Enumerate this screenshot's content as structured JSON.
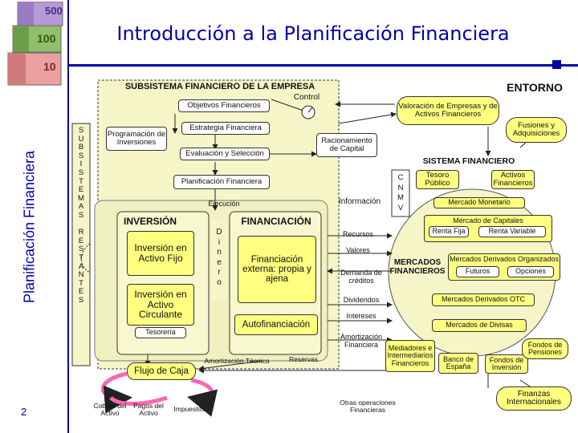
{
  "slide": {
    "title": "Introducción a la Planificación Financiera",
    "side_title": "Planificación Financiera",
    "page_number": "2"
  },
  "banknotes": [
    "500",
    "100",
    "10"
  ],
  "diagram": {
    "subsystem_title": "SUBSISTEMA FINANCIERO DE LA EMPRESA",
    "entorno": "ENTORNO",
    "control": "Control",
    "objetivos": "Objetivos Financieros",
    "estrategia": "Estrategia Financiera",
    "programacion": "Programación de Inversiones",
    "evaluacion": "Evaluación y Selección",
    "planificacion": "Planificación Financiera",
    "racionamiento": "Racionamiento de Capital",
    "valoracion": "Valoración de Empresas y de Activos Financieros",
    "fusiones": "Fusiones y Adquisiciones",
    "subsistemas_restantes": [
      "S",
      "U",
      "B",
      "S",
      "I",
      "S",
      "T",
      "E",
      "M",
      "A",
      "S",
      "",
      "R",
      "E",
      "S",
      "T",
      "A",
      "N",
      "T",
      "E",
      "S"
    ],
    "ejecucion": "Ejecución",
    "informacion": "Información",
    "inversion": "INVERSIÓN",
    "financiacion": "FINANCIACIÓN",
    "inv_fijo": "Inversión en Activo Fijo",
    "inv_circulante": "Inversión en Activo Circulante",
    "tesoreria": "Tesorería",
    "dinero": [
      "D",
      "i",
      "n",
      "e",
      "r",
      "o"
    ],
    "fin_externa": "Financiación externa: propia y ajena",
    "autofinanciacion": "Autofinanciación",
    "flujo_caja": "Flujo de Caja",
    "amortizacion_tecnica": "Amortización Técnica",
    "reservas": "Reservas",
    "cobros": "Cobros del Activo",
    "pagos": "Pagos del Activo",
    "impuestos": "Impuestos",
    "otras_operaciones": "Otras operaciones Financieras",
    "sistema_financiero": "SISTEMA FINANCIERO",
    "cnmv": [
      "C",
      "N",
      "M",
      "V"
    ],
    "tesoro": "Tesoro Público",
    "activos_financieros": "Activos Financieros",
    "mercado_monetario": "Mercado Monetario",
    "mercado_capitales": "Mercado de Capitales",
    "renta_fija": "Renta Fija",
    "renta_variable": "Renta Variable",
    "mercados_financieros": "MERCADOS FINANCIEROS",
    "derivados_organizados": "Mercados Derivados Organizados",
    "futuros": "Futuros",
    "opciones": "Opciones",
    "derivados_otc": "Mercados Derivados OTC",
    "mercados_divisas": "Mercados de Divisas",
    "recursos": "Recursos",
    "valores": "Valores",
    "demanda_creditos": "Demanda de créditos",
    "dividendos": "Dividendos",
    "intereses": "Intereses",
    "amortizacion_financiera": "Amortización Financiera",
    "mediadores": "Mediadores e Intermediarios Financieros",
    "banco_espana": "Banco de España",
    "fondos_inversion": "Fondos de Inversión",
    "fondos_pensiones": "Fondos de Pensiones",
    "finanzas_internacionales": "Finanzas Internacionales"
  },
  "colors": {
    "accent": "#0000aa",
    "box_fill": "#ffff80",
    "panel_fill": "#f5f5c8",
    "arrow_pink": "#ff66b3"
  }
}
